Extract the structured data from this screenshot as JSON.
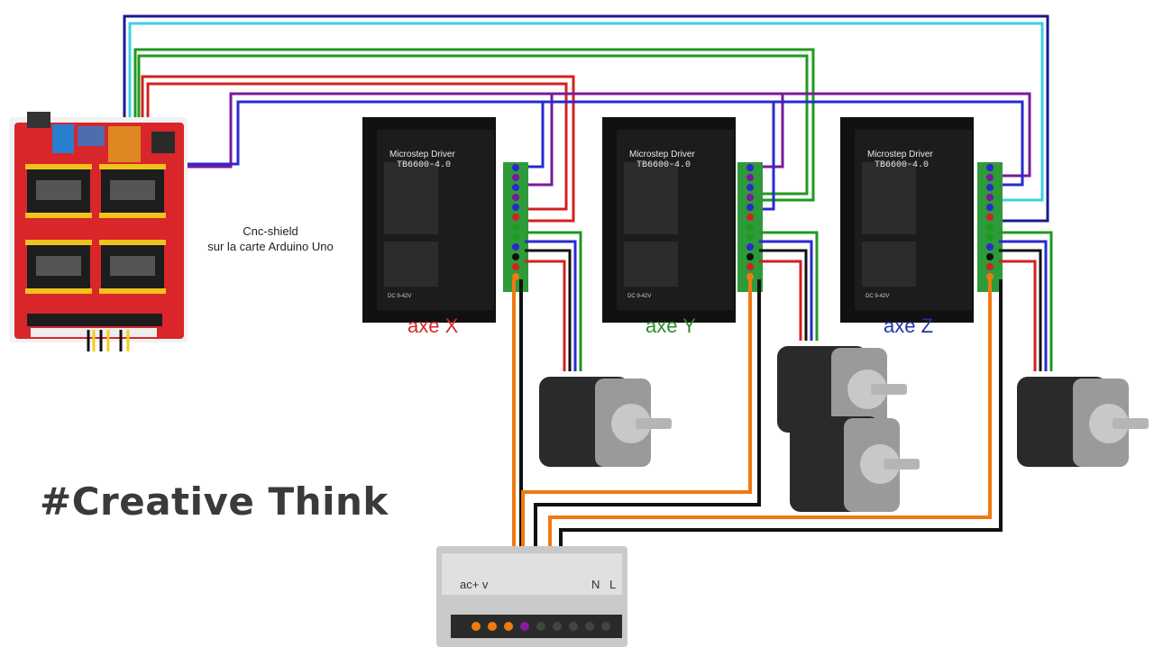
{
  "caption": {
    "line1": "Cnc-shield",
    "line2": "sur la carte Arduino Uno"
  },
  "drivers": [
    {
      "label": "axe X",
      "color": "#d62828",
      "title": "Microstep Driver",
      "model": "TB6600-4.0",
      "vcc": "DC 9-42V"
    },
    {
      "label": "axe Y",
      "color": "#2e8b2e",
      "title": "Microstep Driver",
      "model": "TB6600-4.0",
      "vcc": "DC 9-42V"
    },
    {
      "label": "axe Z",
      "color": "#2233aa",
      "title": "Microstep Driver",
      "model": "TB6600-4.0",
      "vcc": "DC 9-42V"
    }
  ],
  "psu": {
    "left_label": "ac+ v",
    "right_labels": [
      "N",
      "L"
    ]
  },
  "brand": "#Creative Think",
  "colors": {
    "navy": "#1a1a8c",
    "cyan": "#3fd0e0",
    "green": "#1f9a1f",
    "red": "#d42020",
    "purple": "#7a1a9a",
    "blue": "#2a2ad0",
    "orange": "#f07a10",
    "black": "#111111",
    "shield_red": "#d8262a",
    "driver_black": "#1c1c1c"
  }
}
